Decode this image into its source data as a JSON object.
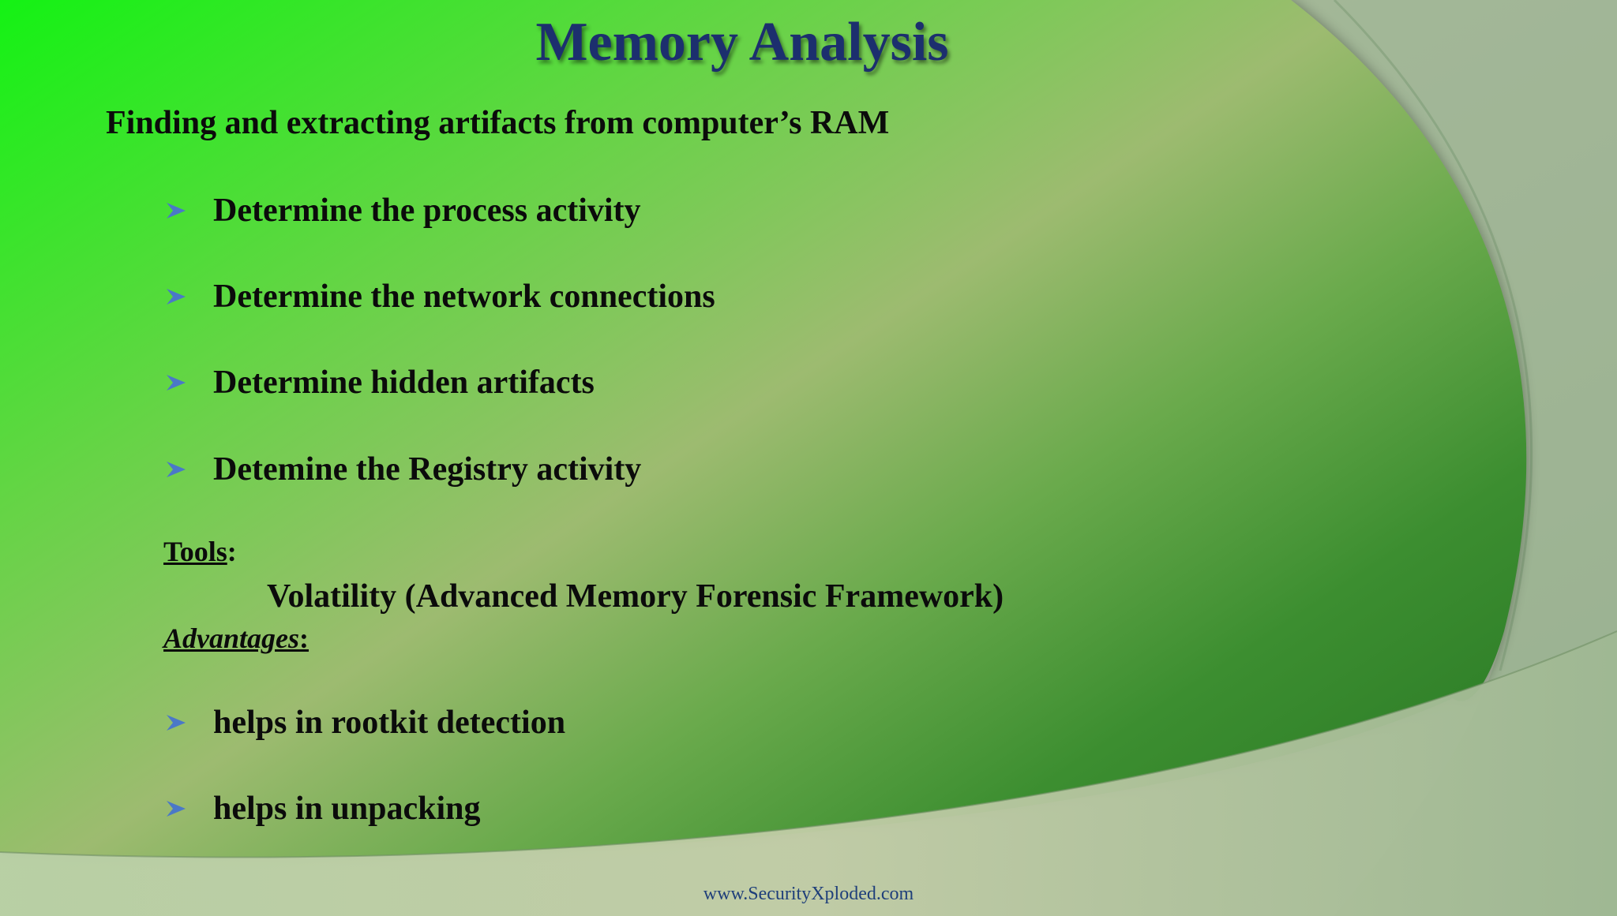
{
  "slide": {
    "title": "Memory Analysis",
    "subtitle": "Finding and extracting artifacts from computer’s RAM",
    "bullets": [
      "Determine the process activity",
      "Determine the network connections",
      "Determine hidden artifacts",
      "Detemine the Registry activity"
    ],
    "tools_heading": "Tools",
    "tools_colon": ":",
    "tool_name": "Volatility (Advanced Memory Forensic Framework)",
    "advantages_heading": "Advantages",
    "advantages_colon": ":",
    "advantages": [
      "helps in rootkit detection",
      "helps in unpacking"
    ],
    "footer": "www.SecurityXploded.com"
  },
  "colors": {
    "title": "#1c2f6e",
    "bullet_arrow": "#4a78c8",
    "green_bright": "#18f018",
    "green_dark": "#2e8a2a",
    "background_gray": "#cfd8c8"
  },
  "icons": {
    "bullet": "arrowhead-bullet-icon"
  }
}
